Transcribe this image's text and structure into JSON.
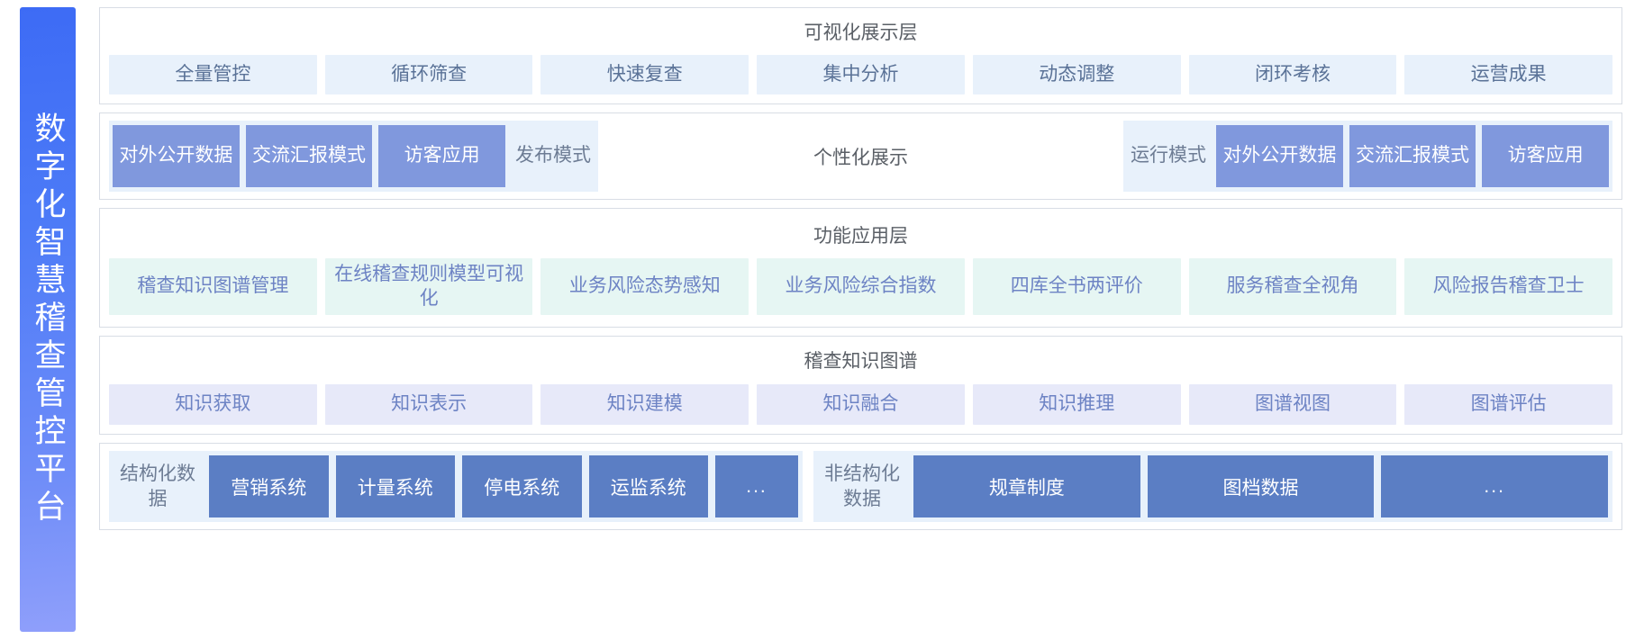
{
  "banner": {
    "title": "数字化智慧稽查管控平台"
  },
  "layers": [
    {
      "id": "visualization",
      "title": "可视化展示层",
      "chips": [
        "全量管控",
        "循环筛查",
        "快速复查",
        "集中分析",
        "动态调整",
        "闭环考核",
        "运营成果"
      ]
    },
    {
      "id": "personalized-display",
      "center_label": "个性化展示",
      "left_group": {
        "chips": [
          "对外公开数据",
          "交流汇报模式",
          "访客应用"
        ],
        "mode_label": "发布模式"
      },
      "right_group": {
        "mode_label": "运行模式",
        "chips": [
          "对外公开数据",
          "交流汇报模式",
          "访客应用"
        ]
      }
    },
    {
      "id": "functional-application",
      "title": "功能应用层",
      "chips": [
        "稽查知识图谱管理",
        "在线稽查规则模型可视化",
        "业务风险态势感知",
        "业务风险综合指数",
        "四库全书两评价",
        "服务稽查全视角",
        "风险报告稽查卫士"
      ]
    },
    {
      "id": "knowledge-graph",
      "title": "稽查知识图谱",
      "chips": [
        "知识获取",
        "知识表示",
        "知识建模",
        "知识融合",
        "知识推理",
        "图谱视图",
        "图谱评估"
      ]
    },
    {
      "id": "data-source",
      "structured": {
        "label": "结构化数据",
        "chips": [
          "营销系统",
          "计量系统",
          "停电系统",
          "运监系统",
          "..."
        ]
      },
      "unstructured": {
        "label": "非结构化数据",
        "chips": [
          "规章制度",
          "图档数据",
          "..."
        ]
      }
    }
  ],
  "colors": {
    "banner_gradient_start": "#3d6bf5",
    "banner_gradient_end": "#8f9ffb",
    "chip_pale_blue": "#e8f1fb",
    "chip_mint": "#e6f6f3",
    "chip_lavender": "#e7e9f9",
    "chip_solid_periwinkle": "#8098dd",
    "chip_solid_blue": "#5b7ec4",
    "text_slate": "#5a7297",
    "text_indigo": "#6d83c4",
    "border_gray": "#d8dde5"
  }
}
